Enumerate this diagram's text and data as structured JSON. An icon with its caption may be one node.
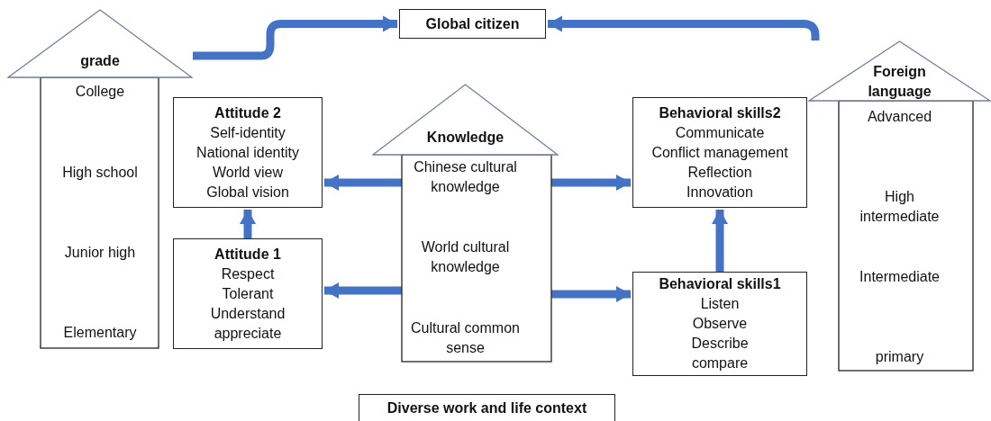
{
  "diagram": {
    "nodes": [
      {
        "text": [
          "Global citizen"
        ]
      },
      {
        "text": [
          "grade",
          "College",
          "High school",
          "Junior high",
          "Elementary"
        ]
      },
      {
        "text": [
          "Attitude 2",
          "Self-identity",
          "National identity",
          "World view",
          "Global vision"
        ]
      },
      {
        "text": [
          "Knowledge",
          "Chinese cultural knowledge",
          "World cultural knowledge",
          "Cultural common sense"
        ]
      },
      {
        "text": [
          "Behavioral skills2",
          "Communicate",
          "Conflict management",
          "Reflection",
          "Innovation"
        ]
      },
      {
        "text": [
          "Foreign language",
          "Advanced",
          "High intermediate",
          "Intermediate",
          "primary"
        ]
      },
      {
        "text": [
          "Attitude 1",
          "Respect",
          "Tolerant",
          "Understand",
          "appreciate"
        ]
      },
      {
        "text": [
          "Behavioral skills1",
          "Listen",
          "Observe",
          "Describe",
          "compare"
        ]
      },
      {
        "text": [
          "Diverse work and life context"
        ]
      }
    ],
    "edges": [
      {
        "from": 1,
        "to": 0,
        "arrow": "to"
      },
      {
        "from": 5,
        "to": 0,
        "arrow": "to"
      },
      {
        "from": 3,
        "to": 2,
        "arrow": "to"
      },
      {
        "from": 3,
        "to": 6,
        "arrow": "to"
      },
      {
        "from": 3,
        "to": 4,
        "arrow": "to"
      },
      {
        "from": 3,
        "to": 7,
        "arrow": "to"
      },
      {
        "from": 6,
        "to": 2,
        "arrow": "to"
      },
      {
        "from": 7,
        "to": 4,
        "arrow": "to"
      }
    ]
  }
}
